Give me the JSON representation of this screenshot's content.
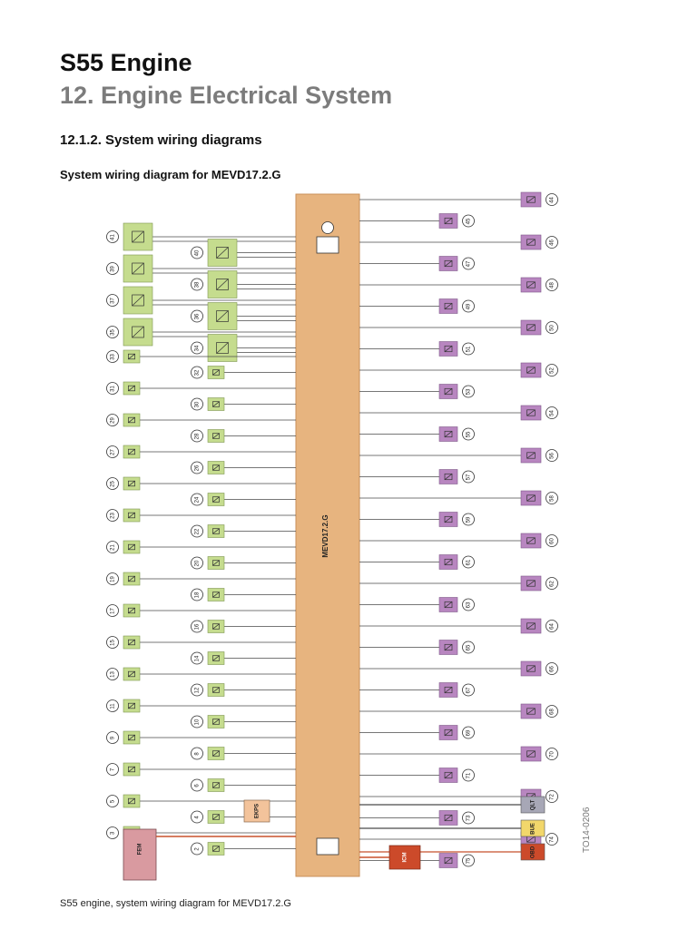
{
  "header": {
    "title": "S55 Engine",
    "chapter": "12. Engine Electrical System",
    "section": "12.1.2. System wiring diagrams",
    "subsection": "System wiring diagram for MEVD17.2.G"
  },
  "diagram": {
    "ecu_label": "MEVD17.2.G",
    "colors": {
      "ecu": "#e7b47f",
      "ecu_border": "#c98f58",
      "sensor_green": "#c5dc8e",
      "actuator_purple": "#b886c0",
      "bus_yellow": "#f2d76b",
      "bus_red": "#cc4a2a",
      "bus_gray": "#a7a7b6",
      "wire": "#4a4a4a",
      "bus_line_red": "#c8502c"
    },
    "left_components": [
      "41",
      "40",
      "39",
      "38",
      "37",
      "36",
      "35",
      "34",
      "33",
      "32",
      "31",
      "30",
      "29",
      "28",
      "27",
      "26",
      "25",
      "24",
      "23",
      "22",
      "21",
      "20",
      "19",
      "18",
      "17",
      "16",
      "15",
      "14",
      "13",
      "12",
      "11",
      "10",
      "9",
      "8",
      "7",
      "6",
      "5",
      "4",
      "3",
      "2"
    ],
    "right_components": [
      "44",
      "45",
      "46",
      "47",
      "48",
      "49",
      "50",
      "51",
      "52",
      "53",
      "54",
      "55",
      "56",
      "57",
      "58",
      "59",
      "60",
      "61",
      "62",
      "63",
      "64",
      "65",
      "66",
      "67",
      "68",
      "69",
      "70",
      "71",
      "72",
      "73",
      "74",
      "75"
    ],
    "fem_label": "FEM",
    "ekps_label": "EKPS",
    "icm_label": "ICM",
    "bus_labels": [
      "QLT",
      "BUE",
      "OBD"
    ],
    "component_icon": "component-symbol-icon"
  },
  "caption": "S55 engine, system wiring diagram for MEVD17.2.G",
  "figure_id": "TO14-0206"
}
